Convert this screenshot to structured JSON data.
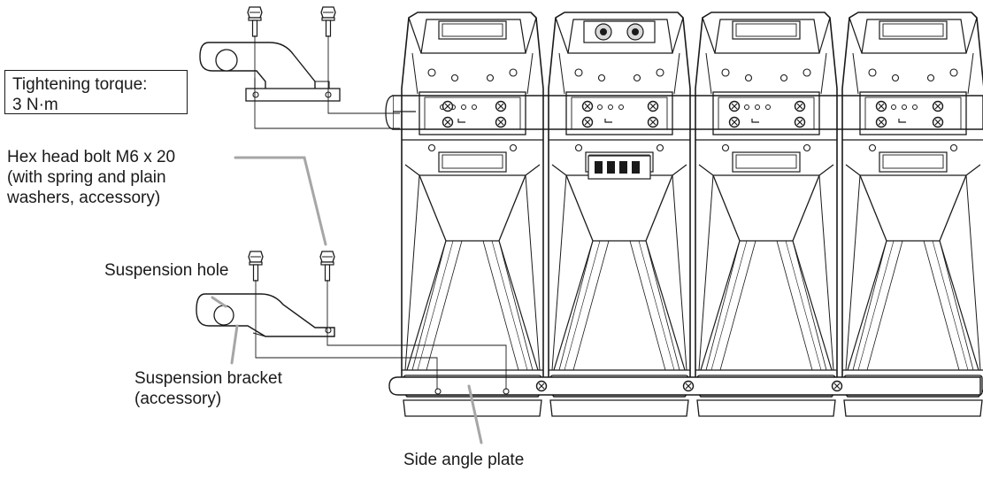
{
  "labels": {
    "torque": "Tightening torque:\n3 N·m",
    "bolt": "Hex head bolt M6 x 20\n(with spring and plain\nwashers, accessory)",
    "hole": "Suspension hole",
    "bracket": "Suspension bracket\n(accessory)",
    "plate": "Side angle plate"
  },
  "colors": {
    "line": "#1a1a1a",
    "leader": "#a6a6a6",
    "background": "#ffffff"
  },
  "icons": [
    "hex-bolt-icon",
    "suspension-bracket-icon",
    "speaker-cabinet-icon",
    "connector-terminal-icon"
  ]
}
